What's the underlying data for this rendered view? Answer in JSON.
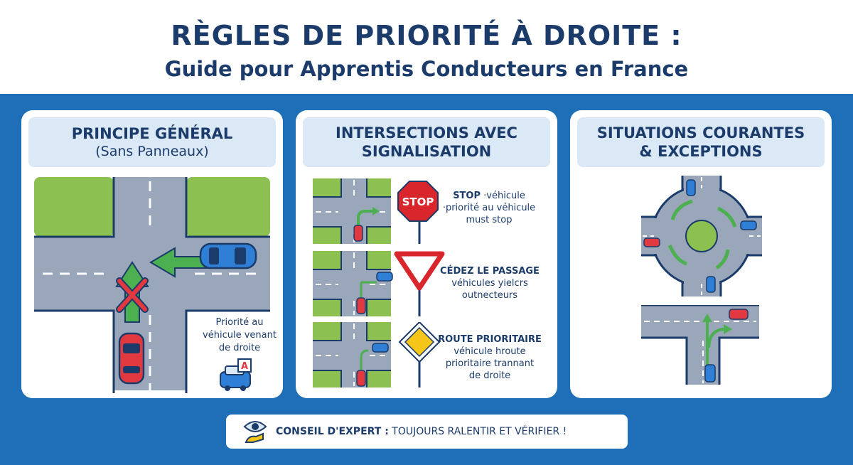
{
  "header": {
    "title": "RÈGLES DE PRIORITÉ À DROITE :",
    "subtitle": "Guide pour Apprentis Conducteurs en France"
  },
  "panels": [
    {
      "title_line1": "PRINCIPE GÉNÉRAL",
      "title_line2": "(Sans Panneaux)",
      "note_line1": "Priorité au",
      "note_line2": "véhicule venant",
      "note_line3": "de droite",
      "badge": "A"
    },
    {
      "title_line1": "INTERSECTIONS AVEC",
      "title_line2": "SIGNALISATION",
      "rows": [
        {
          "sign_text": "STOP",
          "caption_bold": "STOP",
          "caption_rest1": "·véhicule",
          "caption_line2": "·priorité au véhicule",
          "caption_line3": "must stop"
        },
        {
          "caption_bold": "CÉDEZ LE PASSAGE",
          "caption_line2": "véhicules yielcrs",
          "caption_line3": "outnecteurs"
        },
        {
          "caption_bold": "ROUTE PRIORITAIRE",
          "caption_line2": "véhicule hroute",
          "caption_line3": "prioritaire trannant",
          "caption_line4": "de droite"
        }
      ]
    },
    {
      "title_line1": "SITUATIONS COURANTES",
      "title_line2": "& EXCEPTIONS"
    }
  ],
  "tip": {
    "label": "CONSEIL D'EXPERT :",
    "text": " TOUJOURS RALENTIR ET VÉRIFIER !"
  },
  "colors": {
    "navy": "#1b3c6b",
    "band_blue": "#1f6fb8",
    "grass": "#8cc152",
    "road": "#9aa6ba",
    "arrow_green": "#4caf50",
    "car_red": "#e2383f",
    "car_blue": "#2f7fd6",
    "stop_red": "#d8262c",
    "yield_red": "#d8262c",
    "priority_yellow": "#f5c518"
  },
  "icons": {
    "cross": "red-x-icon",
    "tip": "eye-hand-icon"
  }
}
